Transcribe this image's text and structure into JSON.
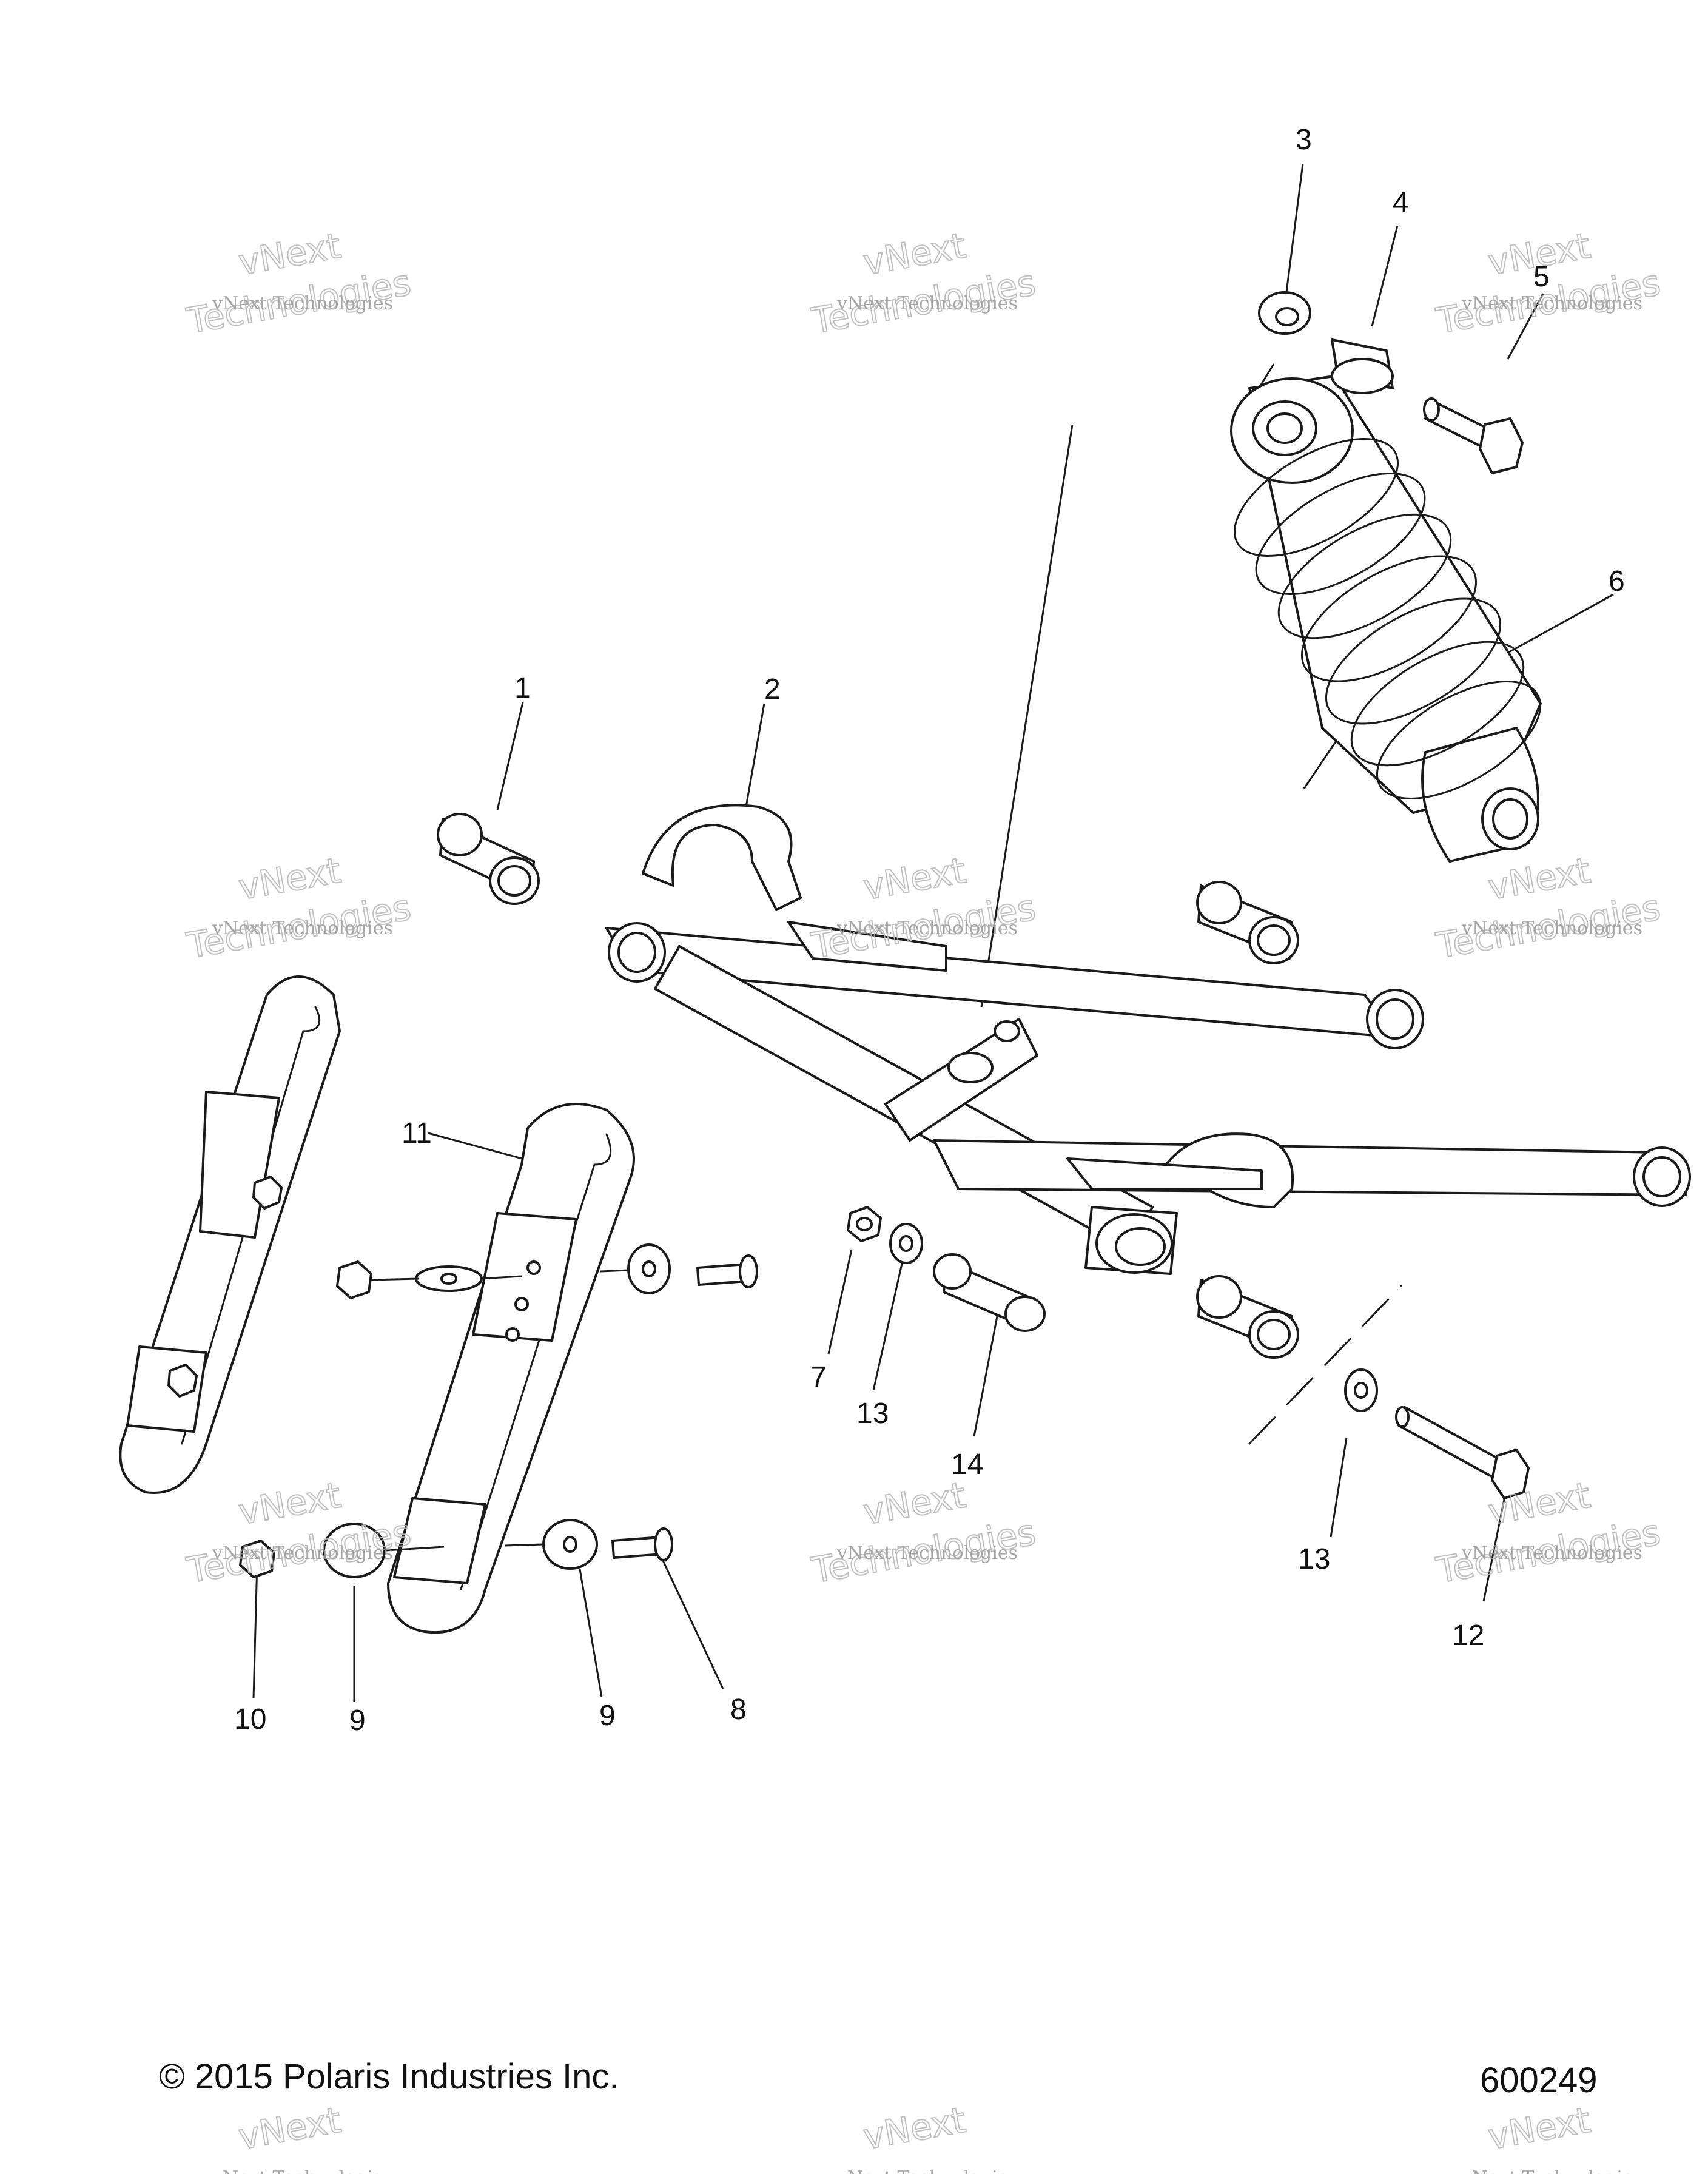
{
  "callouts": [
    {
      "num": "1"
    },
    {
      "num": "2"
    },
    {
      "num": "3"
    },
    {
      "num": "4"
    },
    {
      "num": "5"
    },
    {
      "num": "6"
    },
    {
      "num": "7"
    },
    {
      "num": "8"
    },
    {
      "num": "9"
    },
    {
      "num": "9"
    },
    {
      "num": "10"
    },
    {
      "num": "11"
    },
    {
      "num": "12"
    },
    {
      "num": "13"
    },
    {
      "num": "13"
    },
    {
      "num": "14"
    }
  ],
  "watermark": {
    "small_text": "vNext Technologies",
    "big_line1": "vNext",
    "big_line2": "Technologies"
  },
  "footer": {
    "copyright": "© 2015 Polaris Industries Inc.",
    "figure_number": "600249"
  }
}
